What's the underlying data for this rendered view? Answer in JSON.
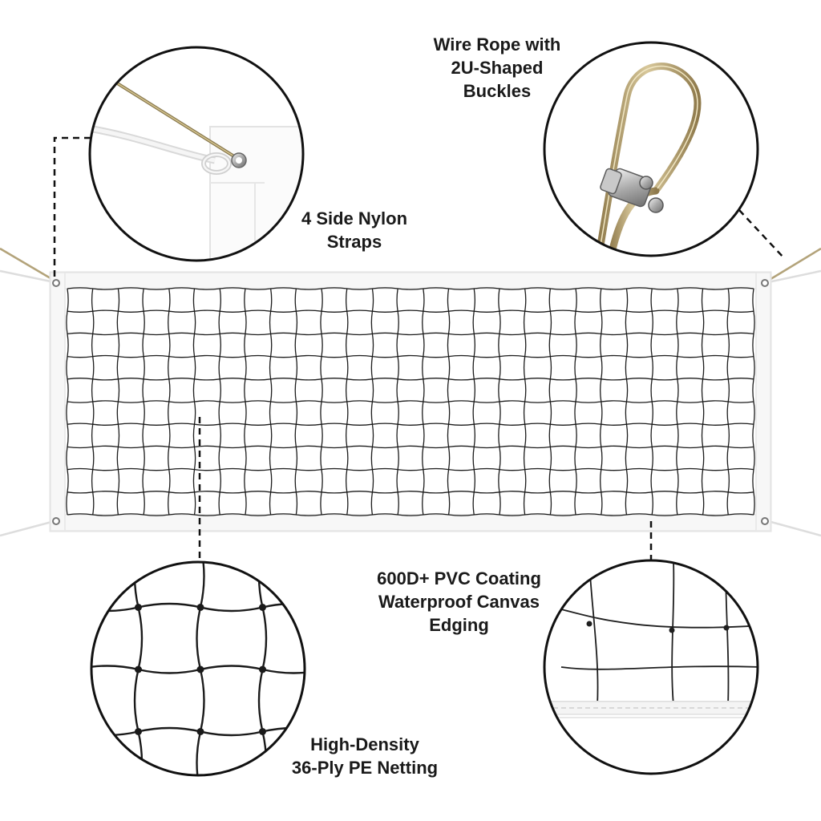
{
  "labels": {
    "wire_rope": [
      "Wire Rope with",
      "2U-Shaped",
      "Buckles"
    ],
    "nylon_straps": [
      "4 Side Nylon",
      "Straps"
    ],
    "pvc_coating": [
      "600D+ PVC Coating",
      "Waterproof Canvas",
      "Edging"
    ],
    "netting": [
      "High-Density",
      "36-Ply PE Netting"
    ]
  },
  "icons": {
    "strap_detail": "grommet-strap-icon",
    "wire_detail": "wire-rope-clamp-icon",
    "mesh_detail": "net-mesh-icon",
    "edge_detail": "canvas-edge-icon"
  },
  "colors": {
    "mesh": "#1c1c1c",
    "canvas": "#ffffff",
    "canvas_shadow": "#e4e4e4",
    "wire": "#b9a170",
    "circle_outline": "#111111"
  }
}
